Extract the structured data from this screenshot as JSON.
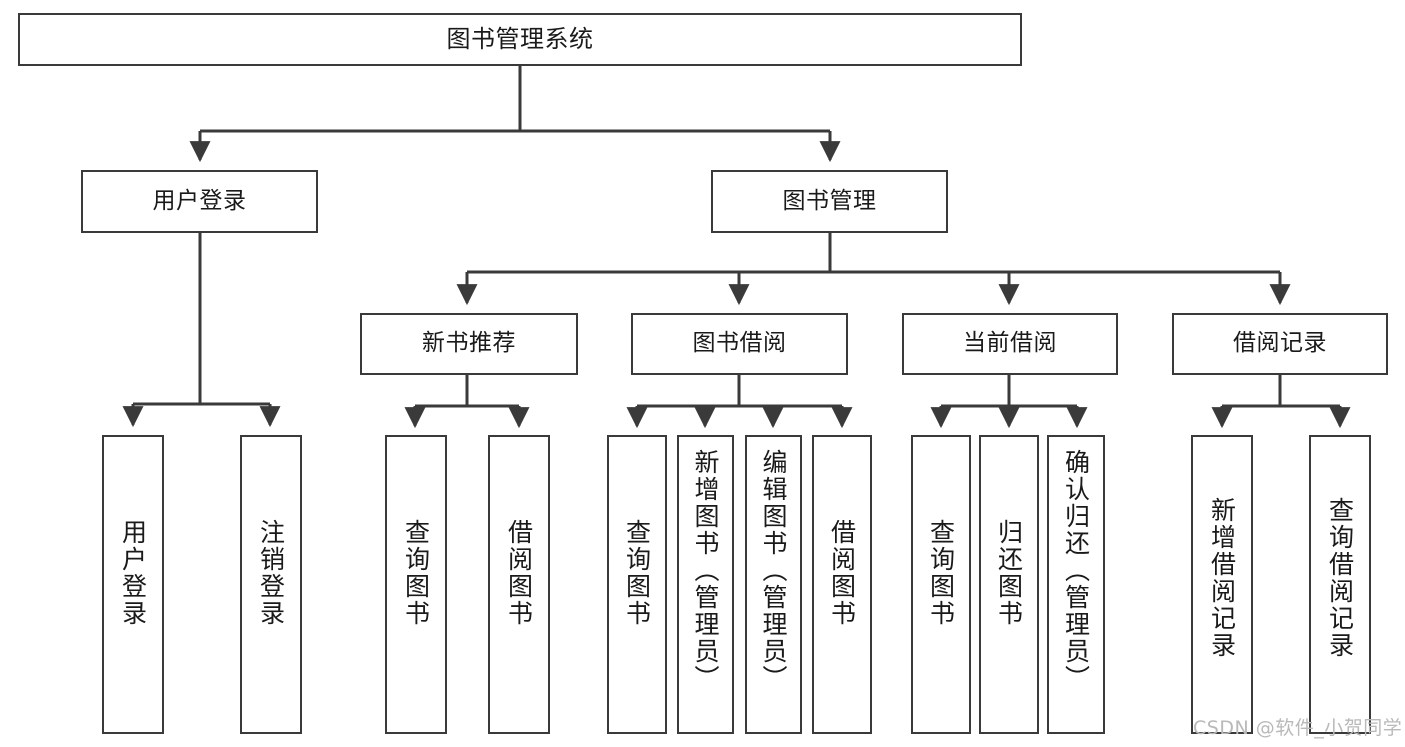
{
  "diagram": {
    "title": "图书管理系统",
    "type": "tree-hierarchy",
    "root": {
      "id": "root",
      "label": "图书管理系统"
    },
    "level2": [
      {
        "id": "user-login",
        "label": "用户登录"
      },
      {
        "id": "book-manage",
        "label": "图书管理"
      }
    ],
    "level3": [
      {
        "id": "new-book-recommend",
        "label": "新书推荐"
      },
      {
        "id": "book-borrow",
        "label": "图书借阅"
      },
      {
        "id": "current-borrow",
        "label": "当前借阅"
      },
      {
        "id": "borrow-record",
        "label": "借阅记录"
      }
    ],
    "leaves": {
      "user_login": [
        {
          "id": "leaf-user-login",
          "label": "用户登录"
        },
        {
          "id": "leaf-logout-login",
          "label": "注销登录"
        }
      ],
      "new_book_recommend": [
        {
          "id": "leaf-query-book-1",
          "label": "查询图书"
        },
        {
          "id": "leaf-borrow-book-1",
          "label": "借阅图书"
        }
      ],
      "book_borrow": [
        {
          "id": "leaf-query-book-2",
          "label": "查询图书"
        },
        {
          "id": "leaf-add-book",
          "label": "新增图书（管理员）"
        },
        {
          "id": "leaf-edit-book",
          "label": "编辑图书（管理员）"
        },
        {
          "id": "leaf-borrow-book-2",
          "label": "借阅图书"
        }
      ],
      "current_borrow": [
        {
          "id": "leaf-query-book-3",
          "label": "查询图书"
        },
        {
          "id": "leaf-return-book",
          "label": "归还图书"
        },
        {
          "id": "leaf-confirm-return",
          "label": "确认归还（管理员）"
        }
      ],
      "borrow_record": [
        {
          "id": "leaf-add-record",
          "label": "新增借阅记录"
        },
        {
          "id": "leaf-query-record",
          "label": "查询借阅记录"
        }
      ]
    },
    "colors": {
      "stroke": "#3a3a3a",
      "fill": "#ffffff",
      "text": "#1a1a1a",
      "watermark": "#b9b9b9"
    }
  },
  "watermark": {
    "text": "CSDN @软件_小贺同学"
  }
}
